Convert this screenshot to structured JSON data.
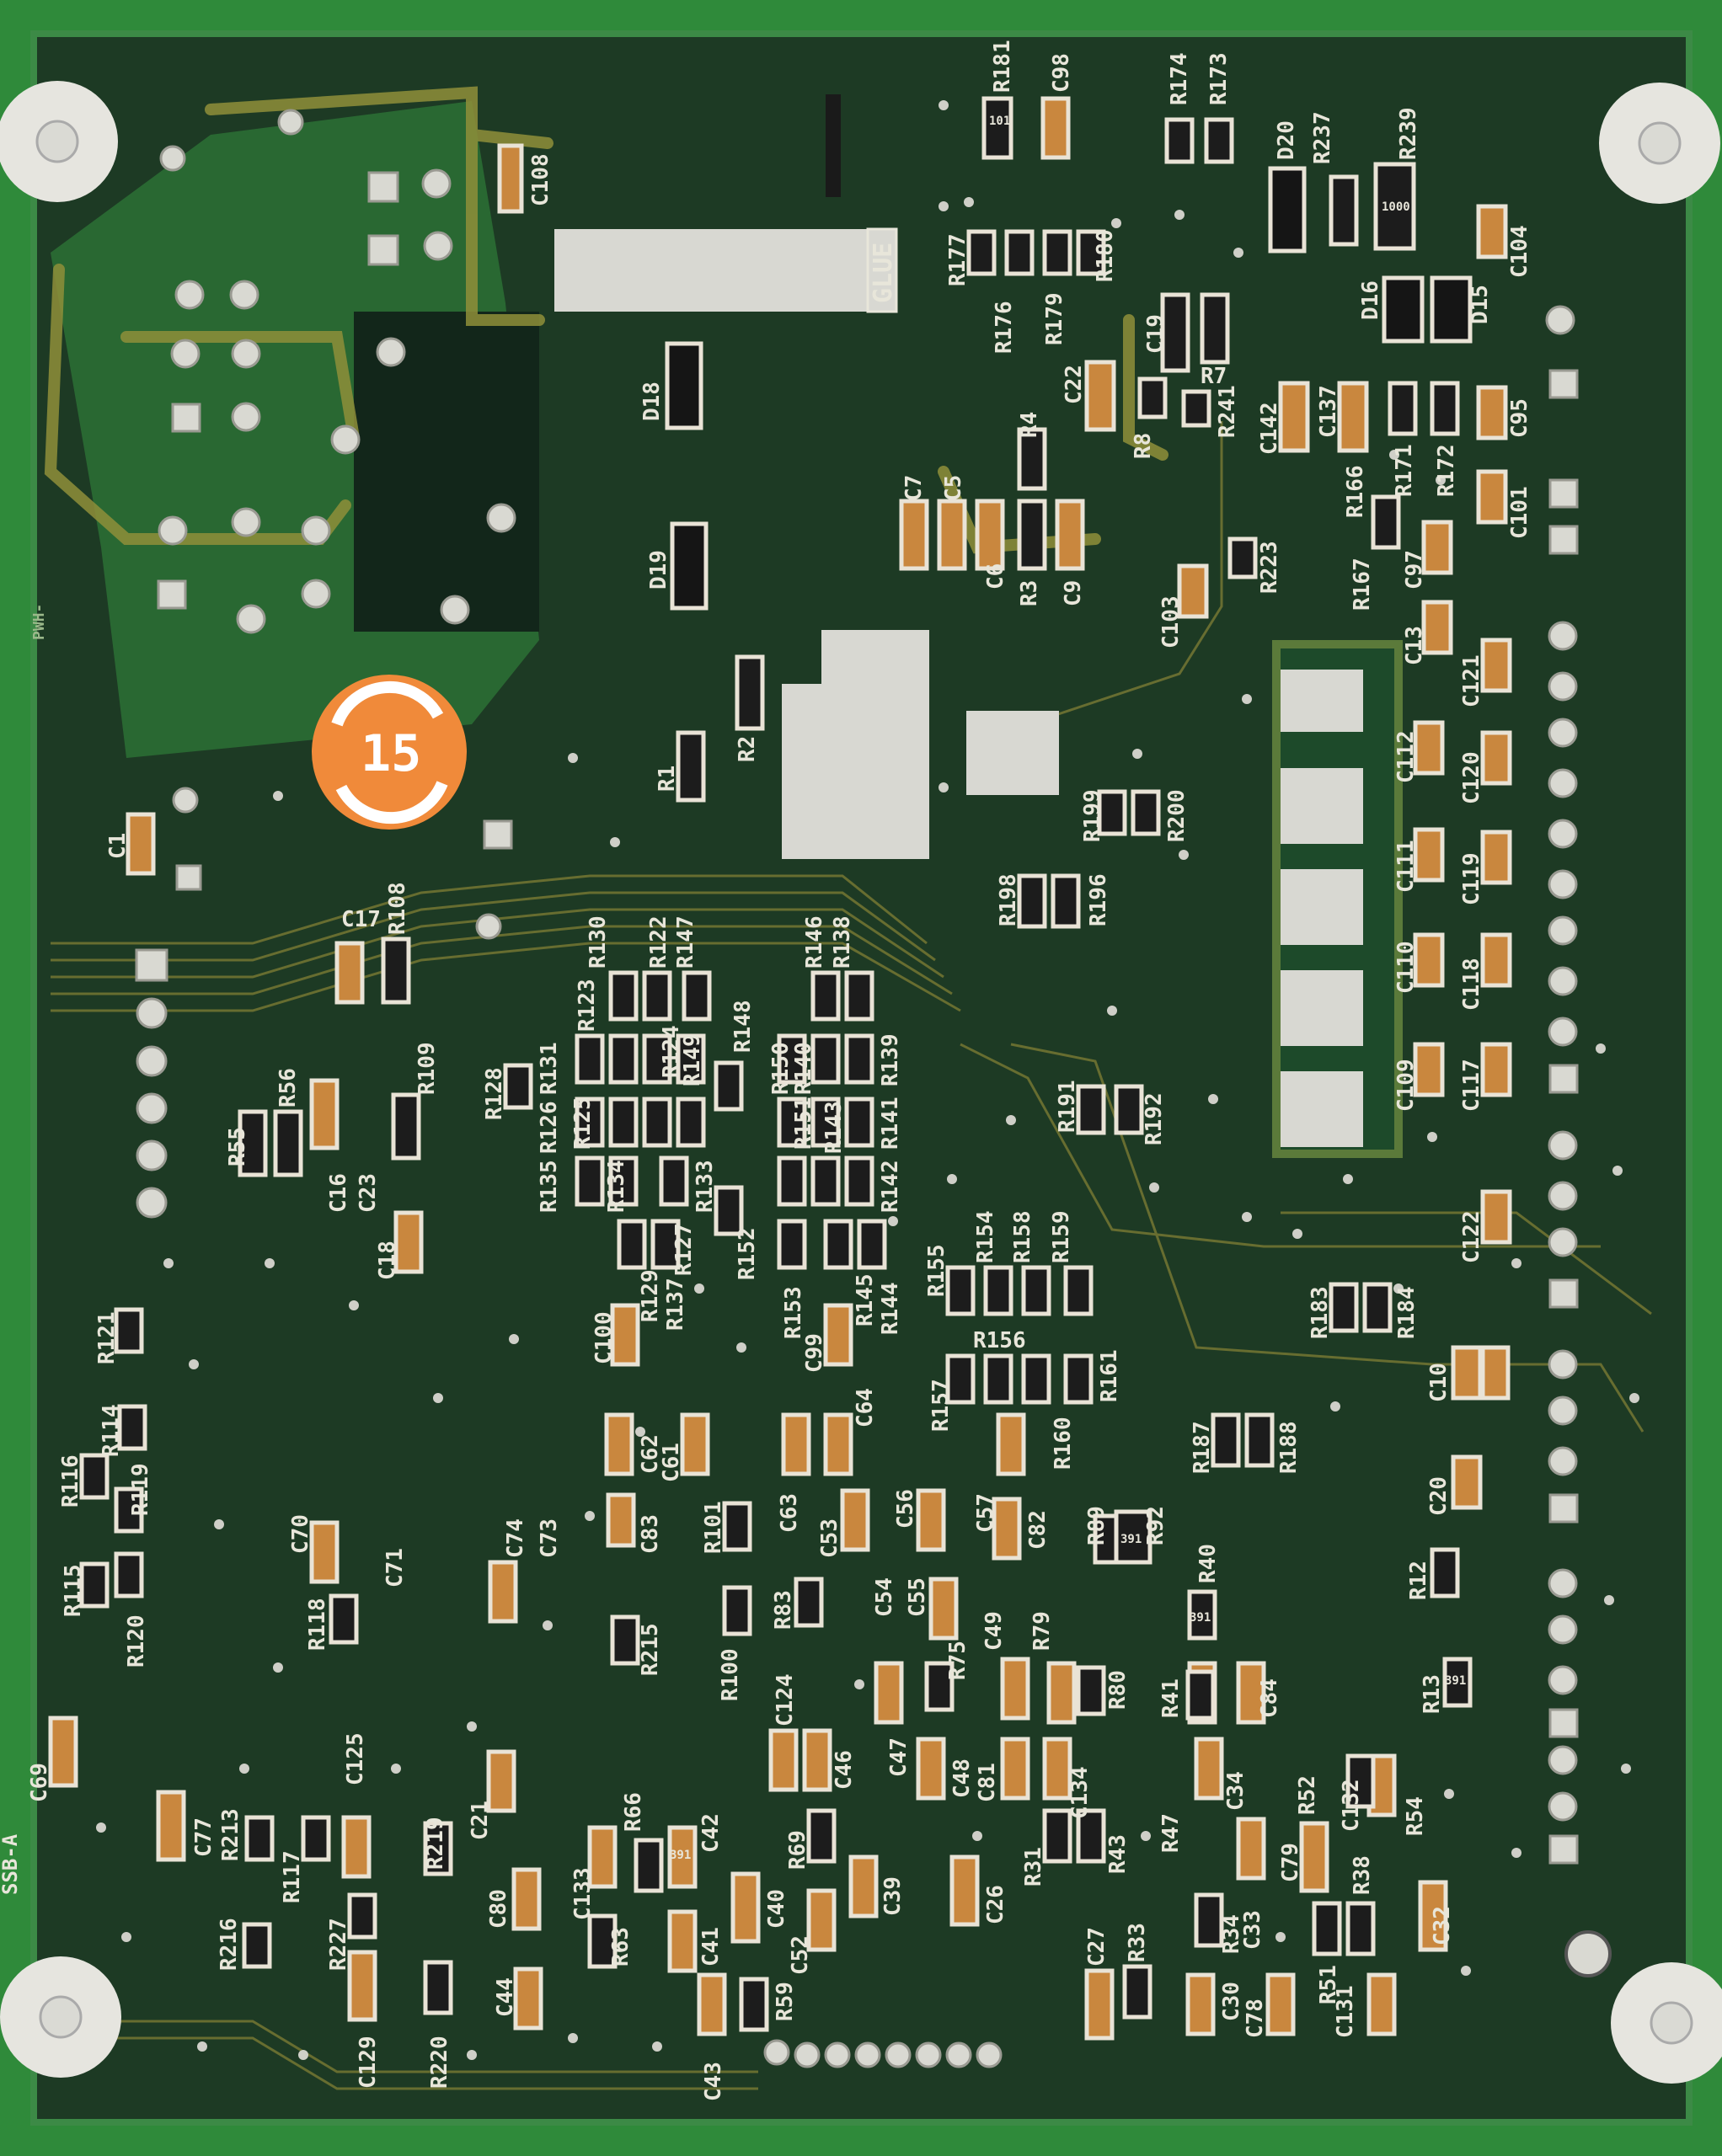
{
  "image": {
    "subject": "pcb-board",
    "colors": {
      "outer_mask": "#2f8a3a",
      "inner_mask": "#1b3a22",
      "trace_gold": "#8f8f3a",
      "silkscreen": "#e8e6da",
      "label_orange": "#f08a3a",
      "glue_pad": "#d8d8d2"
    }
  },
  "board_labels": {
    "glue": "GLUE",
    "badge": "15",
    "edge_left": "SSB-A",
    "edge_left_upper": "PWH-",
    "ic_marks": [
      "101",
      "1000",
      "391",
      "391",
      "391",
      "391"
    ]
  },
  "components": {
    "capacitors": [
      "C108",
      "C98",
      "C104",
      "C95",
      "C101",
      "C97",
      "C13",
      "C121",
      "C112",
      "C120",
      "C111",
      "C119",
      "C110",
      "C118",
      "C109",
      "C117",
      "C122",
      "C10",
      "C20",
      "C1",
      "C17",
      "C16",
      "C23",
      "C18",
      "C100",
      "C99",
      "C62",
      "C61",
      "C64",
      "C63",
      "C53",
      "C56",
      "C57",
      "C82",
      "C70",
      "C71",
      "C74",
      "C73",
      "C83",
      "C55",
      "C54",
      "C49",
      "C124",
      "C46",
      "C47",
      "C48",
      "C81",
      "C134",
      "C125",
      "C21",
      "C69",
      "C77",
      "C133",
      "C42",
      "C41",
      "C43",
      "C52",
      "C40",
      "C39",
      "C26",
      "C27",
      "C34",
      "C33",
      "C30",
      "C78",
      "C79",
      "C132",
      "C131",
      "C32",
      "C84",
      "C80",
      "C44",
      "C129",
      "C7",
      "C5",
      "C6",
      "C9",
      "C22",
      "C19",
      "C142",
      "C137",
      "C103"
    ],
    "resistors": [
      "R181",
      "R174",
      "R173",
      "R237",
      "R239",
      "R177",
      "R176",
      "R179",
      "R180",
      "R241",
      "R7",
      "R8",
      "R4",
      "R3",
      "R223",
      "R166",
      "R167",
      "R171",
      "R172",
      "R199",
      "R200",
      "R198",
      "R196",
      "R191",
      "R192",
      "R183",
      "R184",
      "R187",
      "R188",
      "R1",
      "R2",
      "R108",
      "R109",
      "R55",
      "R56",
      "R128",
      "R131",
      "R130",
      "R122",
      "R147",
      "R123",
      "R126",
      "R125",
      "R124",
      "R149",
      "R148",
      "R146",
      "R138",
      "R150",
      "R140",
      "R151",
      "R143",
      "R135",
      "R134",
      "R133",
      "R127",
      "R137",
      "R129",
      "R152",
      "R153",
      "R145",
      "R144",
      "R142",
      "R141",
      "R139",
      "R155",
      "R154",
      "R158",
      "R159",
      "R156",
      "R157",
      "R160",
      "R161",
      "R89",
      "R92",
      "R40",
      "R41",
      "R12",
      "R13",
      "R101",
      "R100",
      "R83",
      "R79",
      "R75",
      "R80",
      "R215",
      "R118",
      "R121",
      "R114",
      "R116",
      "R119",
      "R115",
      "R120",
      "R213",
      "R117",
      "R216",
      "R227",
      "R219",
      "R220",
      "R66",
      "R63",
      "R59",
      "R69",
      "R31",
      "R43",
      "R33",
      "R34",
      "R47",
      "R52",
      "R54",
      "R38",
      "R51"
    ],
    "diodes": [
      "D20",
      "D16",
      "D15",
      "D18",
      "D19"
    ]
  }
}
